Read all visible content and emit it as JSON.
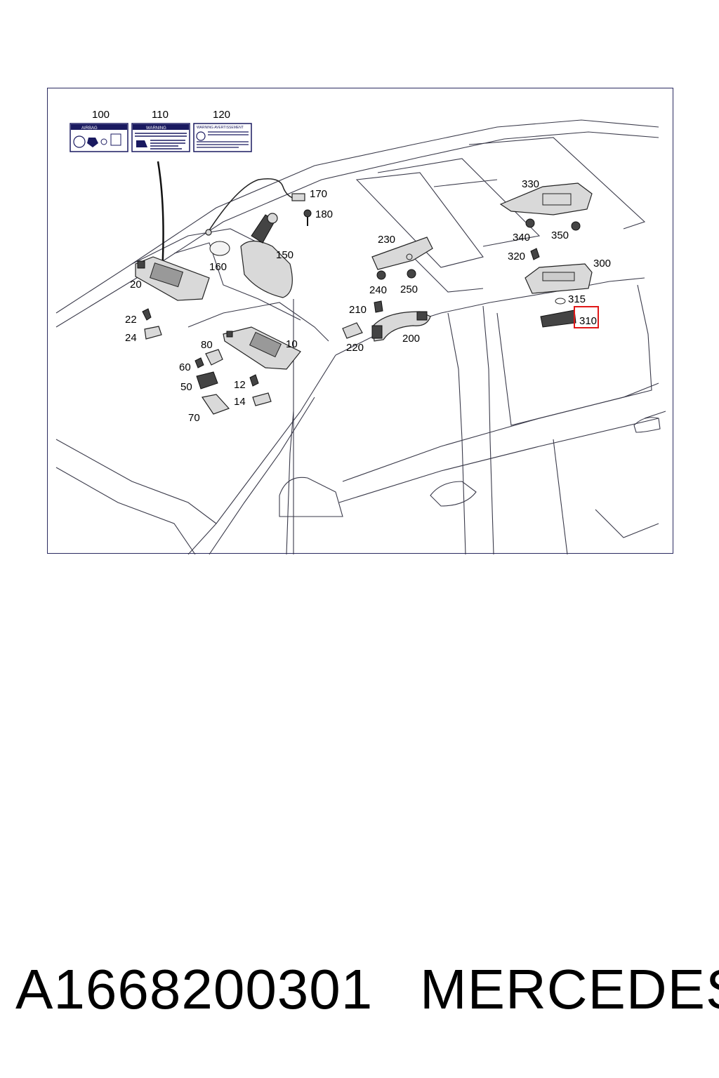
{
  "diagram": {
    "labels": {
      "p100": "100",
      "p110": "110",
      "p120": "120",
      "p170": "170",
      "p180": "180",
      "p160": "160",
      "p150": "150",
      "p20": "20",
      "p22": "22",
      "p24": "24",
      "p80": "80",
      "p10": "10",
      "p60": "60",
      "p50": "50",
      "p12": "12",
      "p14": "14",
      "p70": "70",
      "p230": "230",
      "p240": "240",
      "p250": "250",
      "p210": "210",
      "p220": "220",
      "p200": "200",
      "p330": "330",
      "p340": "340",
      "p350": "350",
      "p320": "320",
      "p300": "300",
      "p315": "315",
      "p310": "310"
    },
    "warning_labels": {
      "airbag": "AIRBAG",
      "warning": "WARNING",
      "warning_avertissement": "WARNING AVERTISSEMENT"
    },
    "highlight_color": "#e01818"
  },
  "footer": {
    "part_number": "A1668200301",
    "brand": "MERCEDES"
  }
}
